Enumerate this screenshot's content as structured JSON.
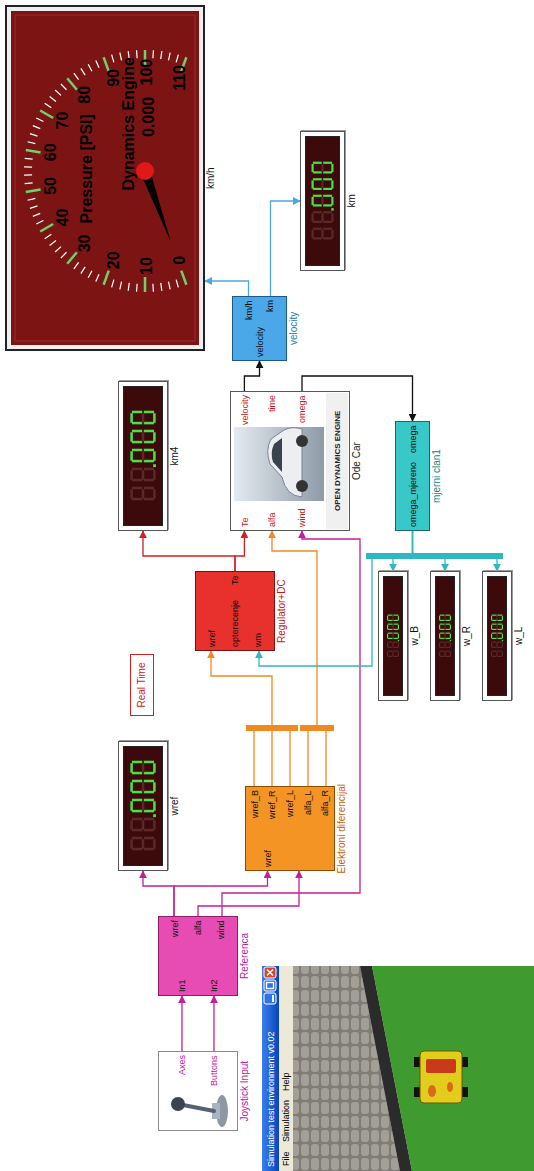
{
  "diagram": {
    "nodes": [
      {
        "text": [
          "Axes",
          "Buttons",
          "Joystick Input"
        ]
      },
      {
        "text": [
          "In1",
          "In2",
          "wref",
          "alfa",
          "wind",
          "Referenca"
        ]
      },
      {
        "text": [
          "wref",
          "wref_B",
          "wref_R",
          "wref_L",
          "alfa_L",
          "alfa_R",
          "Elektroni diferencijal"
        ]
      },
      {
        "text": [
          "wref"
        ]
      },
      {
        "text": [
          "Real Time"
        ]
      },
      {
        "text": [
          "wref",
          "opterecenje",
          "wm",
          "Te",
          "Regulator+DC"
        ]
      },
      {
        "text": [
          "km4"
        ]
      },
      {
        "text": [
          "Te",
          "alfa",
          "wind",
          "velocity",
          "time",
          "omega",
          "OPEN DYNAMICS ENGINE",
          "Ode Car"
        ]
      },
      {
        "text": [
          "omega_mjereno",
          "omega",
          "mjerni clan1"
        ]
      },
      {
        "text": [
          "velocity",
          "km/h",
          "km",
          "velocity"
        ]
      },
      {
        "text": [
          "0",
          "10",
          "20",
          "30",
          "40",
          "50",
          "60",
          "70",
          "80",
          "90",
          "100",
          "110",
          "Pressure [PSI]",
          "Dynamics Engine",
          "0.000",
          "km/h"
        ]
      },
      {
        "text": [
          "km"
        ]
      },
      {
        "text": [
          "w_B"
        ]
      },
      {
        "text": [
          "w_R"
        ]
      },
      {
        "text": [
          "w_L"
        ]
      }
    ],
    "edges": [
      {
        "from": 0,
        "to": 1,
        "arrow": "to"
      },
      {
        "from": 0,
        "to": 1,
        "arrow": "to"
      },
      {
        "from": 1,
        "to": 2,
        "arrow": "to"
      },
      {
        "from": 1,
        "to": 2,
        "arrow": "to"
      },
      {
        "from": 1,
        "to": 3,
        "arrow": "to"
      },
      {
        "from": 1,
        "to": 7,
        "arrow": "to"
      },
      {
        "from": 2,
        "to": 5,
        "arrow": "to"
      },
      {
        "from": 2,
        "to": 7,
        "arrow": "to"
      },
      {
        "from": 5,
        "to": 6,
        "arrow": "to"
      },
      {
        "from": 5,
        "to": 7,
        "arrow": "to"
      },
      {
        "from": 7,
        "to": 9,
        "arrow": "to"
      },
      {
        "from": 7,
        "to": 8,
        "arrow": "to"
      },
      {
        "from": 8,
        "to": 5,
        "arrow": "to"
      },
      {
        "from": 8,
        "to": 12,
        "arrow": "to"
      },
      {
        "from": 8,
        "to": 13,
        "arrow": "to"
      },
      {
        "from": 8,
        "to": 14,
        "arrow": "to"
      },
      {
        "from": 9,
        "to": 10,
        "arrow": "to"
      },
      {
        "from": 9,
        "to": 11,
        "arrow": "to"
      }
    ],
    "labels": [
      "Simulation test environment v0.02",
      "File",
      "Simulation",
      "Help"
    ]
  }
}
